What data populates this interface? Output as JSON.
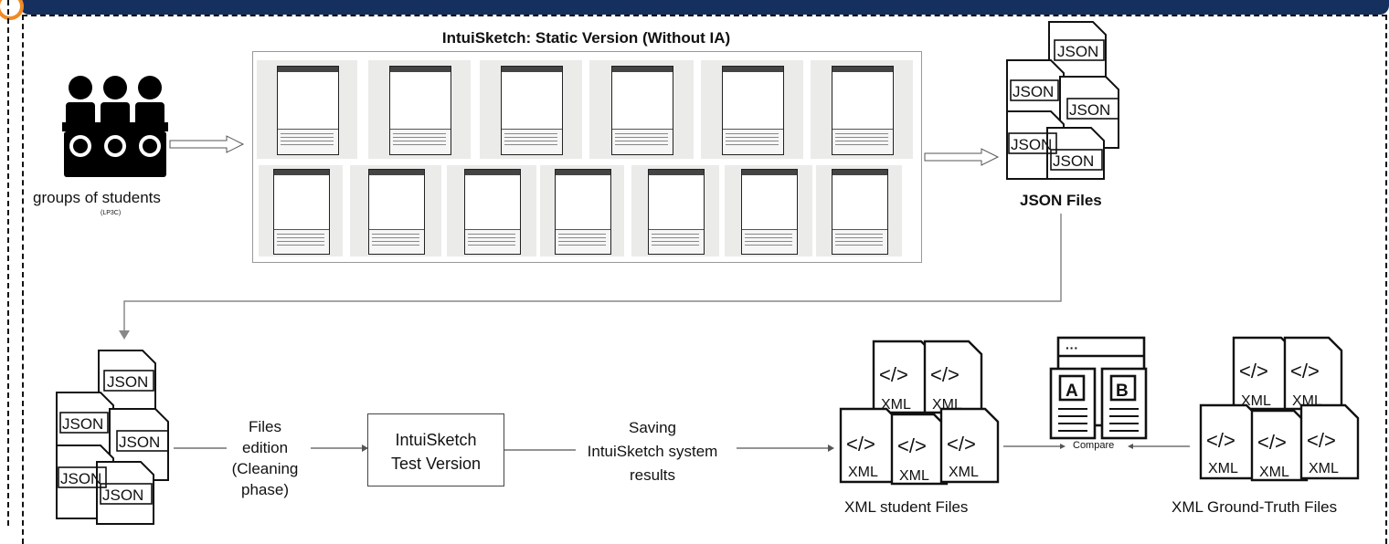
{
  "colors": {
    "header_bar": "#15305f",
    "accent": "#f08a24",
    "line": "#111111"
  },
  "panel": {
    "title": "IntuiSketch: Static Version (Without IA)"
  },
  "students": {
    "label": "groups of students",
    "sublabel": "(LP3C)",
    "icon": "students-group-icon"
  },
  "json_top": {
    "caption": "JSON Files",
    "file_label": "JSON"
  },
  "json_bottom": {
    "file_label": "JSON"
  },
  "steps": {
    "files_edition": [
      "Files",
      "edition",
      "(Cleaning",
      "phase)"
    ],
    "test_version": [
      "IntuiSketch",
      "Test Version"
    ],
    "saving": [
      "Saving",
      "IntuiSketch system",
      "results"
    ]
  },
  "xml_student": {
    "caption": "XML student Files",
    "file_label": "XML",
    "code_glyph": "</>"
  },
  "compare": {
    "label": "Compare",
    "left_letter": "A",
    "right_letter": "B",
    "dots": "···"
  },
  "xml_truth": {
    "caption": "XML Ground-Truth Files",
    "file_label": "XML",
    "code_glyph": "</>"
  }
}
